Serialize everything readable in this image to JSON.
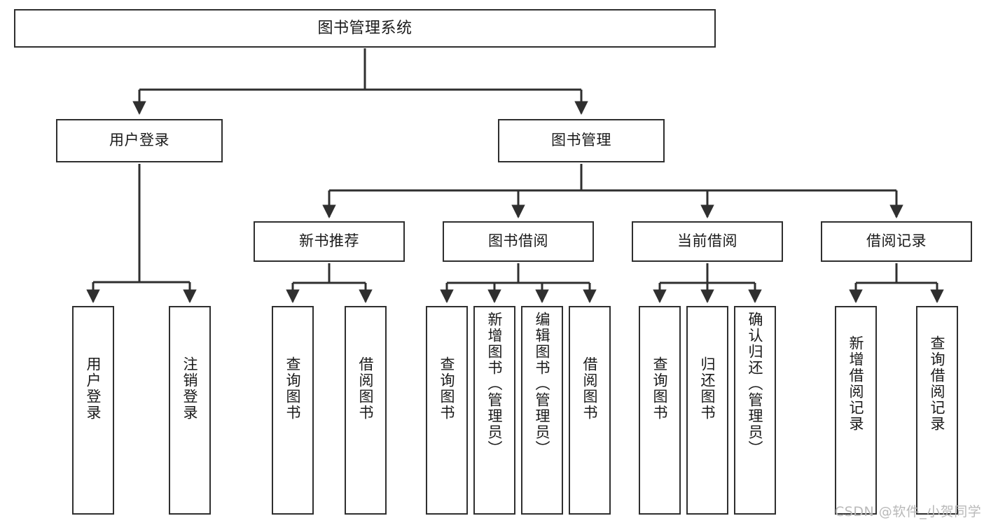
{
  "diagram": {
    "title": "图书管理系统",
    "type": "tree",
    "root": {
      "label": "图书管理系统",
      "children": [
        {
          "label": "用户登录",
          "children": [
            {
              "label": "用户登录"
            },
            {
              "label": "注销登录"
            }
          ]
        },
        {
          "label": "图书管理",
          "children": [
            {
              "label": "新书推荐",
              "children": [
                {
                  "label": "查询图书"
                },
                {
                  "label": "借阅图书"
                }
              ]
            },
            {
              "label": "图书借阅",
              "children": [
                {
                  "label": "查询图书"
                },
                {
                  "label": "新增图书（管理员）"
                },
                {
                  "label": "编辑图书（管理员）"
                },
                {
                  "label": "借阅图书"
                }
              ]
            },
            {
              "label": "当前借阅",
              "children": [
                {
                  "label": "查询图书"
                },
                {
                  "label": "归还图书"
                },
                {
                  "label": "确认归还（管理员）"
                }
              ]
            },
            {
              "label": "借阅记录",
              "children": [
                {
                  "label": "新增借阅记录"
                },
                {
                  "label": "查询借阅记录"
                }
              ]
            }
          ]
        }
      ]
    },
    "nodes": {
      "root": "图书管理系统",
      "l2_user_login": "用户登录",
      "l2_book_mgmt": "图书管理",
      "l3_new_book_rec": "新书推荐",
      "l3_book_borrow": "图书借阅",
      "l3_current_borrow": "当前借阅",
      "l3_borrow_record": "借阅记录",
      "leaf_user_login": "用户登录",
      "leaf_logout": "注销登录",
      "leaf_rec_query_book": "查询图书",
      "leaf_rec_borrow_book": "借阅图书",
      "leaf_borrow_query_book": "查询图书",
      "leaf_borrow_add_book": "新增图书（管理员）",
      "leaf_borrow_edit_book": "编辑图书（管理员）",
      "leaf_borrow_borrow_book": "借阅图书",
      "leaf_cur_query_book": "查询图书",
      "leaf_cur_return_book": "归还图书",
      "leaf_cur_confirm_return": "确认归还（管理员）",
      "leaf_rec_add_record": "新增借阅记录",
      "leaf_rec_query_record": "查询借阅记录"
    },
    "colors": {
      "stroke": "#2f2f2f",
      "fill": "#ffffff",
      "text": "#1a1a1a",
      "watermark": "#b9b9b9"
    }
  },
  "watermark": {
    "text": "CSDN @软件_小贺同学"
  }
}
